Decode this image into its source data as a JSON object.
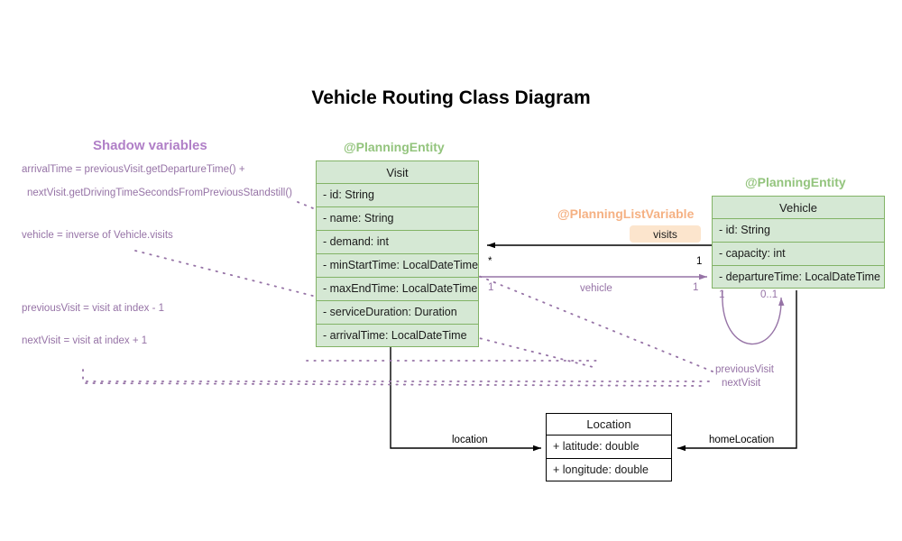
{
  "diagram": {
    "title": "Vehicle Routing Class Diagram",
    "colors": {
      "entity_fill": "#d5e8d4",
      "entity_border": "#82b366",
      "entity_annotation": "#93c47d",
      "planning_variable_annotation": "#f5b183",
      "visits_badge_fill": "#fce5cd",
      "shadow_purple": "#9673a6",
      "shadow_title_purple": "#b07fc7",
      "plain_border": "#000000"
    }
  },
  "shadow_panel": {
    "title": "Shadow variables",
    "notes": [
      "arrivalTime = previousVisit.getDepartureTime() +",
      "nextVisit.getDrivingTimeSecondsFromPreviousStandstill()",
      "vehicle = inverse of Vehicle.visits",
      "previousVisit = visit at index - 1",
      "nextVisit = visit at index + 1"
    ]
  },
  "classes": {
    "visit": {
      "annotation": "@PlanningEntity",
      "name": "Visit",
      "attributes": [
        {
          "text": "- id: String",
          "shadow": false
        },
        {
          "text": "- name: String",
          "shadow": false
        },
        {
          "text": "- demand: int",
          "shadow": false
        },
        {
          "text": "- minStartTime: LocalDateTime",
          "shadow": false
        },
        {
          "text": "- maxEndTime: LocalDateTime",
          "shadow": false
        },
        {
          "text": "- serviceDuration: Duration",
          "shadow": false
        },
        {
          "text": "- arrivalTime: LocalDateTime",
          "shadow": true
        }
      ]
    },
    "vehicle": {
      "annotation": "@PlanningEntity",
      "name": "Vehicle",
      "attributes": [
        {
          "text": "- id: String",
          "shadow": false
        },
        {
          "text": "- capacity: int",
          "shadow": false
        },
        {
          "text": "- departureTime: LocalDateTime",
          "shadow": false
        }
      ]
    },
    "location": {
      "name": "Location",
      "attributes": [
        {
          "text": "+ latitude: double",
          "shadow": false
        },
        {
          "text": "+ longitude: double",
          "shadow": false
        }
      ]
    }
  },
  "associations": {
    "visits": {
      "annotation": "@PlanningListVariable",
      "label": "visits",
      "source_multiplicity": "1",
      "target_multiplicity": "*"
    },
    "vehicle": {
      "label": "vehicle",
      "source_multiplicity": "1",
      "target_multiplicity": "1"
    },
    "previous_visit": {
      "label": "previousVisit",
      "source_multiplicity": "1",
      "target_multiplicity": "0..1"
    },
    "next_visit": {
      "label": "nextVisit"
    },
    "location": {
      "label": "location"
    },
    "home_location": {
      "label": "homeLocation"
    }
  }
}
